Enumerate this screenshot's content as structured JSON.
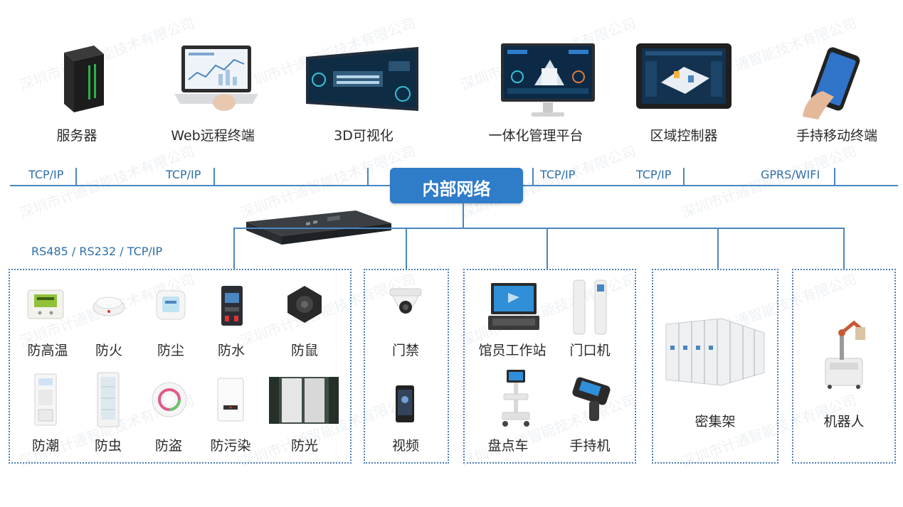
{
  "top_devices": [
    {
      "label": "服务器",
      "icon": "server-tower-icon"
    },
    {
      "label": "Web远程终端",
      "icon": "laptop-icon"
    },
    {
      "label": "3D可视化",
      "icon": "3d-visualization-screen-icon"
    },
    {
      "label": "一体化管理平台",
      "icon": "monitor-dashboard-icon"
    },
    {
      "label": "区域控制器",
      "icon": "tablet-controller-icon"
    },
    {
      "label": "手持移动终端",
      "icon": "smartphone-icon"
    }
  ],
  "network": {
    "center_label": "内部网络",
    "protocols": [
      "TCP/IP",
      "TCP/IP",
      "TCP/IP",
      "TCP/IP",
      "GPRS/WIFI"
    ],
    "bus_label": "RS485 / RS232 / TCP/IP"
  },
  "groups": {
    "protection": {
      "items": [
        {
          "label": "防高温",
          "icon": "temperature-sensor-icon"
        },
        {
          "label": "防火",
          "icon": "smoke-detector-icon"
        },
        {
          "label": "防尘",
          "icon": "dust-sensor-icon"
        },
        {
          "label": "防水",
          "icon": "water-leak-controller-icon"
        },
        {
          "label": "防鼠",
          "icon": "ultrasonic-repeller-icon"
        },
        {
          "label": "防潮",
          "icon": "dehumidifier-icon"
        },
        {
          "label": "防虫",
          "icon": "insect-cabinet-icon"
        },
        {
          "label": "防盗",
          "icon": "security-sensor-icon"
        },
        {
          "label": "防污染",
          "icon": "air-purifier-icon"
        },
        {
          "label": "防光",
          "icon": "blackout-curtain-icon"
        }
      ]
    },
    "access": {
      "items": [
        {
          "label": "门禁",
          "icon": "dome-camera-icon"
        },
        {
          "label": "视频",
          "icon": "video-intercom-icon"
        }
      ]
    },
    "rfid": {
      "items": [
        {
          "label": "馆员工作站",
          "icon": "workstation-icon"
        },
        {
          "label": "门口机",
          "icon": "gate-antenna-icon"
        },
        {
          "label": "盘点车",
          "icon": "inventory-cart-icon"
        },
        {
          "label": "手持机",
          "icon": "handheld-scanner-icon"
        }
      ]
    },
    "shelf": {
      "label": "密集架",
      "icon": "compact-shelving-icon"
    },
    "robot": {
      "label": "机器人",
      "icon": "robot-icon"
    }
  },
  "watermark": "深圳市计通智能技术有限公司",
  "colors": {
    "line": "#4a86c0",
    "badge": "#2f7cc9",
    "protocol_text": "#2f6fa8"
  }
}
